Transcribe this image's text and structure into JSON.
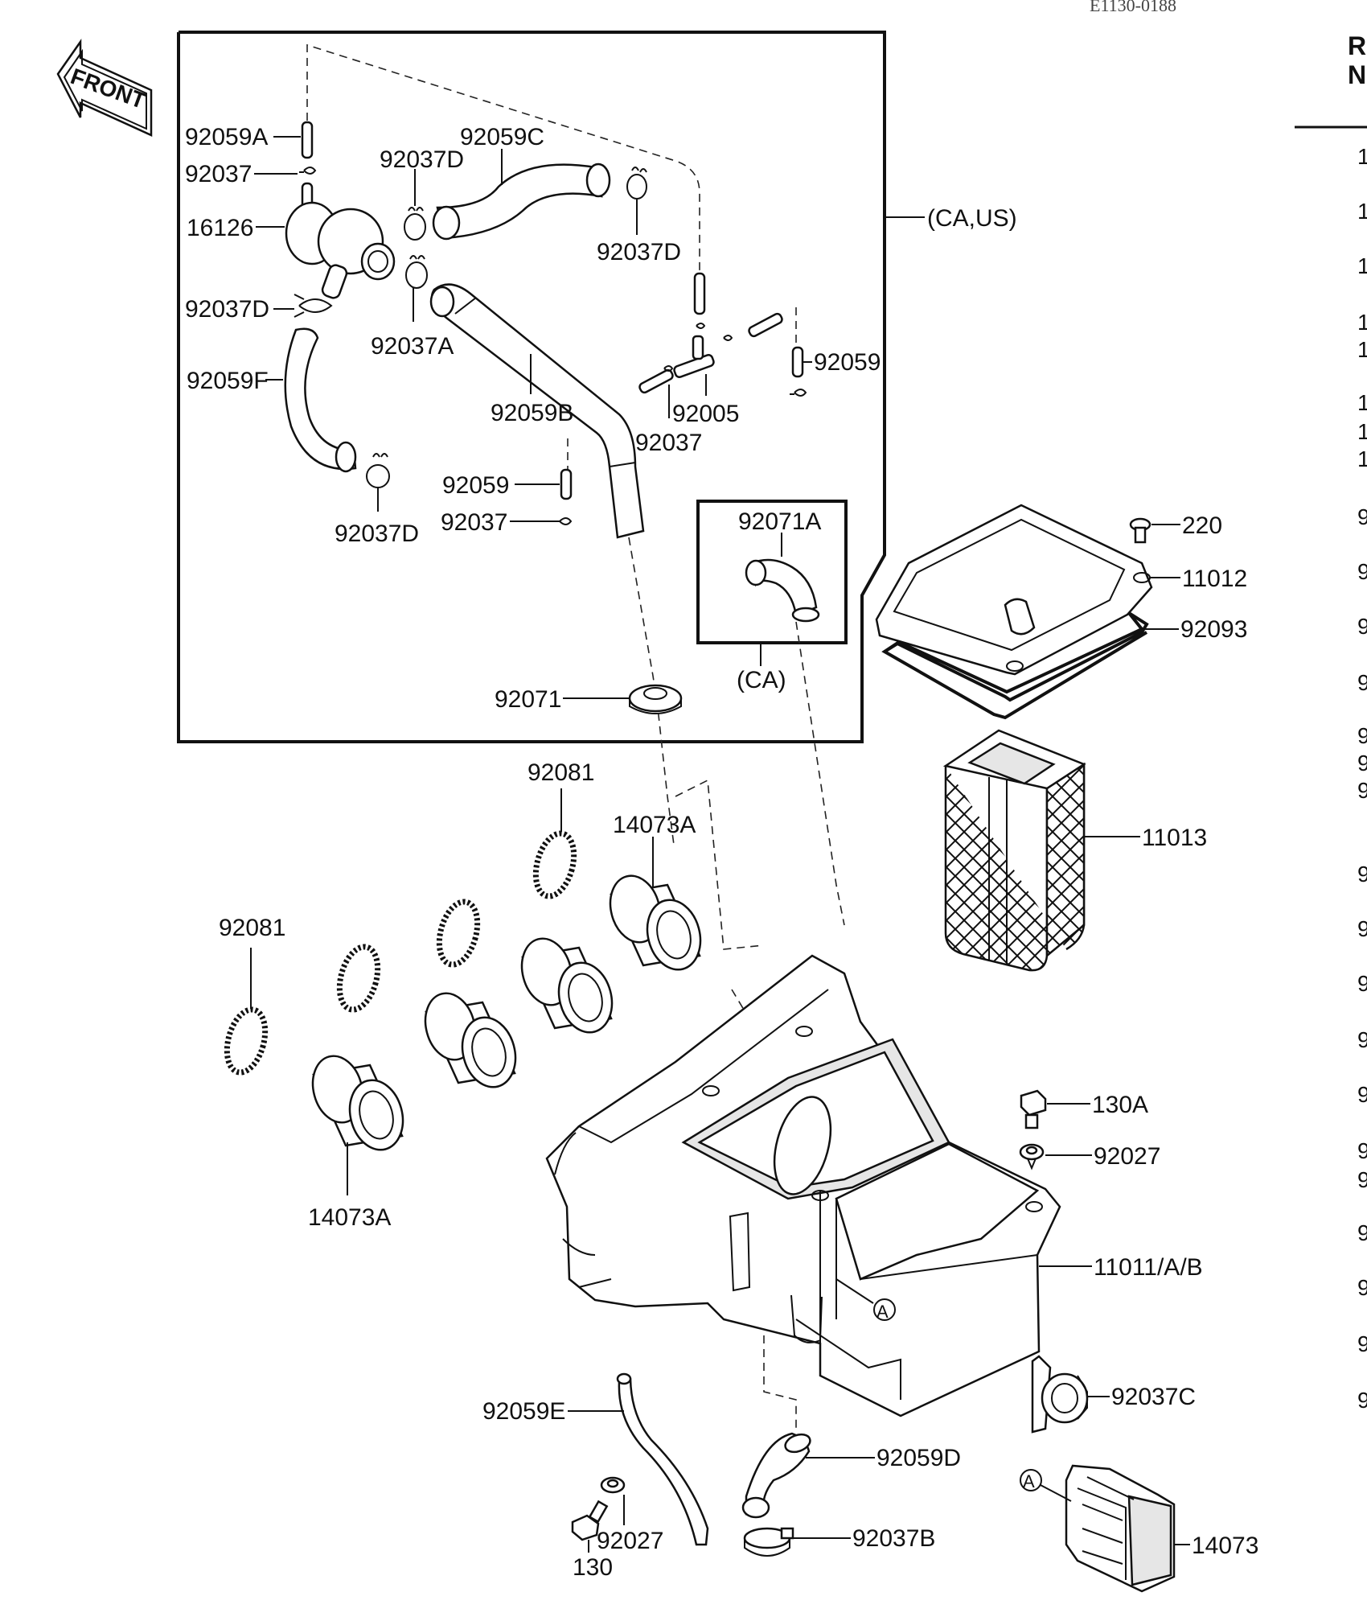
{
  "drawing_code": "E1130-0188",
  "front_label": "FRONT",
  "region_labels": {
    "ca_us": "(CA,US)",
    "ca": "(CA)"
  },
  "right_column_header": [
    "R",
    "N"
  ],
  "right_column_digits": [
    "1",
    "1",
    "1",
    "1",
    "1",
    "1",
    "1",
    "1",
    "9",
    "9",
    "9",
    "9",
    "9",
    "9",
    "9",
    "9",
    "9",
    "9",
    "9",
    "9",
    "9",
    "9",
    "9",
    "9",
    "9",
    "9"
  ],
  "callouts": {
    "c92059A": "92059A",
    "c92037_top": "92037",
    "c16126": "16126",
    "c92037D_left": "92037D",
    "c92059F": "92059F",
    "c92037D_upper": "92037D",
    "c92059C": "92059C",
    "c92037D_right": "92037D",
    "c92037A": "92037A",
    "c92059B": "92059B",
    "c92005": "92005",
    "c92037_mid": "92037",
    "c92059_right": "92059",
    "c92059_low": "92059",
    "c92037_low": "92037",
    "c92037D_bottom": "92037D",
    "c92071A": "92071A",
    "c92071": "92071",
    "c220": "220",
    "c11012": "11012",
    "c92093": "92093",
    "c11013": "11013",
    "c92081_top": "92081",
    "c14073A_top": "14073A",
    "c92081_left": "92081",
    "c14073A_bottom": "14073A",
    "c130A": "130A",
    "c92027_right": "92027",
    "c11011": "11011/A/B",
    "c92037C": "92037C",
    "c92059E": "92059E",
    "c92059D": "92059D",
    "c92027_bottom": "92027",
    "c130": "130",
    "c92037B": "92037B",
    "c14073": "14073",
    "marker_a": "A"
  }
}
